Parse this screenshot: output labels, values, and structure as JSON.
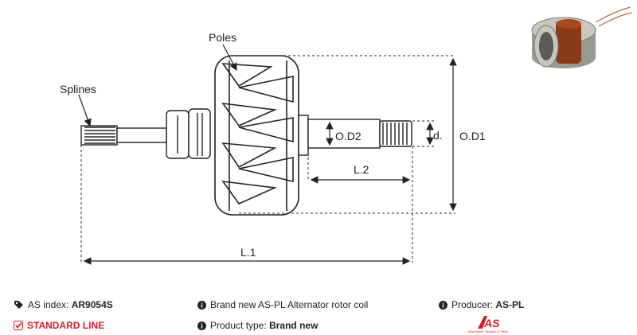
{
  "diagram": {
    "labels": {
      "poles": "Poles",
      "splines": "Splines",
      "od2": "O.D2",
      "d": "d.",
      "od1": "O.D1",
      "l2": "L.2",
      "l1": "L.1"
    }
  },
  "info": {
    "as_index_label": "AS index:",
    "as_index_value": "AR9054S",
    "standard_line": "STANDARD LINE",
    "description": "Brand new AS-PL Alternator rotor coil",
    "product_type_label": "Product type:",
    "product_type_value": "Brand new",
    "producer_label": "Producer:",
    "producer_value": "AS-PL",
    "logo_text": "AS",
    "logo_tagline": "Alternators, Starters & Parts"
  },
  "colors": {
    "accent_red": "#d0202a",
    "ink": "#222222"
  }
}
